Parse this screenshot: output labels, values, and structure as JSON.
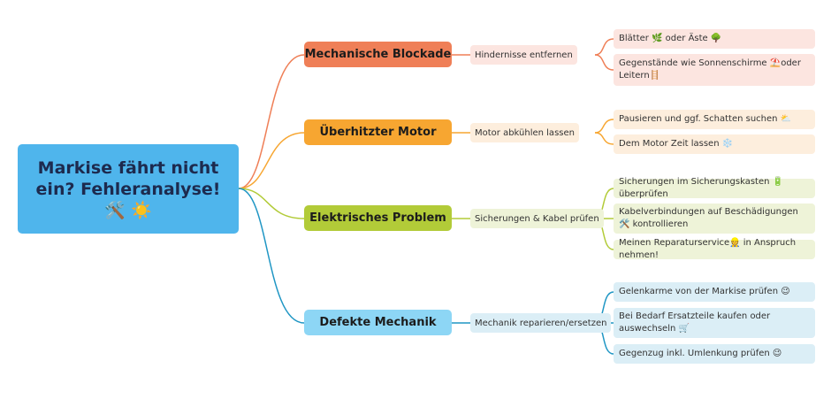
{
  "root": {
    "title": "Markise fährt nicht ein? Fehleranalyse! 🛠️ ☀️"
  },
  "branches": [
    {
      "label": "Mechanische Blockade",
      "action": "Hindernisse entfernen",
      "color": "#ef7f57",
      "leaves": [
        "Blätter 🌿 oder Äste 🌳",
        "Gegenstände wie Sonnenschirme ⛱️oder Leitern🪜"
      ]
    },
    {
      "label": "Überhitzter Motor",
      "action": "Motor abkühlen lassen",
      "color": "#f7a631",
      "leaves": [
        "Pausieren und ggf. Schatten suchen ⛅",
        "Dem Motor Zeit lassen ❄️"
      ]
    },
    {
      "label": "Elektrisches Problem",
      "action": "Sicherungen & Kabel prüfen",
      "color": "#b2cb38",
      "leaves": [
        "Sicherungen im Sicherungskasten 🔋 überprüfen",
        "Kabelverbindungen auf Beschädigungen 🛠️ kontrollieren",
        "Meinen Reparaturservice👷 in Anspruch nehmen!"
      ]
    },
    {
      "label": "Defekte Mechanik",
      "action": "Mechanik reparieren/ersetzen",
      "color": "#1f96c4",
      "leaves": [
        "Gelenkarme von der Markise prüfen 😉",
        "Bei Bedarf Ersatzteile kaufen oder auswechseln 🛒",
        "Gegenzug inkl. Umlenkung prüfen 😉"
      ]
    }
  ]
}
